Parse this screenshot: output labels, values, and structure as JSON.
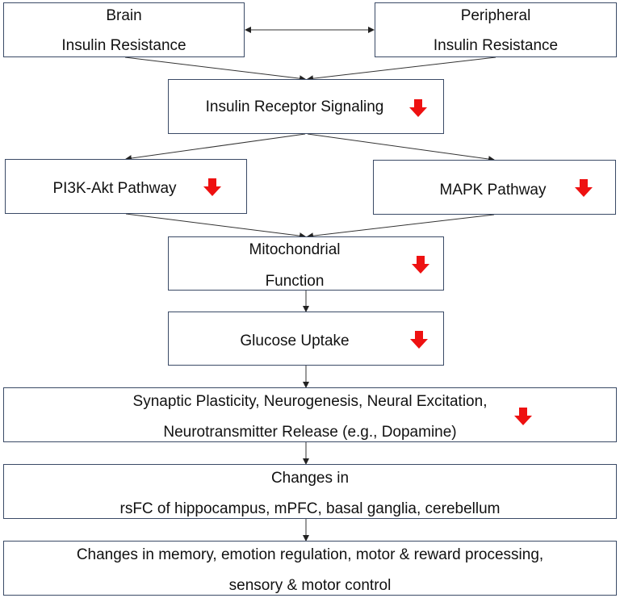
{
  "nodes": {
    "brain": {
      "lines": [
        "Brain",
        "Insulin Resistance"
      ]
    },
    "peripheral": {
      "lines": [
        "Peripheral",
        "Insulin Resistance"
      ]
    },
    "receptor": {
      "lines": [
        "Insulin Receptor Signaling"
      ],
      "decreased": true
    },
    "pi3k": {
      "lines": [
        "PI3K-Akt Pathway"
      ],
      "decreased": true
    },
    "mapk": {
      "lines": [
        "MAPK Pathway"
      ],
      "decreased": true
    },
    "mito": {
      "lines": [
        "Mitochondrial",
        "Function"
      ],
      "decreased": true
    },
    "glucose": {
      "lines": [
        "Glucose Uptake"
      ],
      "decreased": true
    },
    "synaptic": {
      "lines": [
        "Synaptic Plasticity, Neurogenesis, Neural Excitation,",
        "Neurotransmitter Release (e.g., Dopamine)"
      ],
      "decreased": true
    },
    "rsfc": {
      "lines": [
        "Changes in",
        "rsFC of hippocampus, mPFC, basal ganglia, cerebellum"
      ]
    },
    "outcomes": {
      "lines": [
        "Changes in memory, emotion regulation, motor & reward processing,",
        "sensory & motor control"
      ]
    }
  },
  "edges": [
    {
      "from": "brain",
      "to": "peripheral",
      "bidirectional": true
    },
    {
      "from": "brain",
      "to": "receptor"
    },
    {
      "from": "peripheral",
      "to": "receptor"
    },
    {
      "from": "receptor",
      "to": "pi3k"
    },
    {
      "from": "receptor",
      "to": "mapk"
    },
    {
      "from": "pi3k",
      "to": "mito"
    },
    {
      "from": "mapk",
      "to": "mito"
    },
    {
      "from": "mito",
      "to": "glucose"
    },
    {
      "from": "glucose",
      "to": "synaptic"
    },
    {
      "from": "synaptic",
      "to": "rsfc"
    },
    {
      "from": "rsfc",
      "to": "outcomes"
    }
  ],
  "colors": {
    "border": "#3a4a66",
    "line": "#333333",
    "decrease_arrow": "#ee1111"
  },
  "icons": {
    "decrease": "red-down-arrow-icon"
  }
}
